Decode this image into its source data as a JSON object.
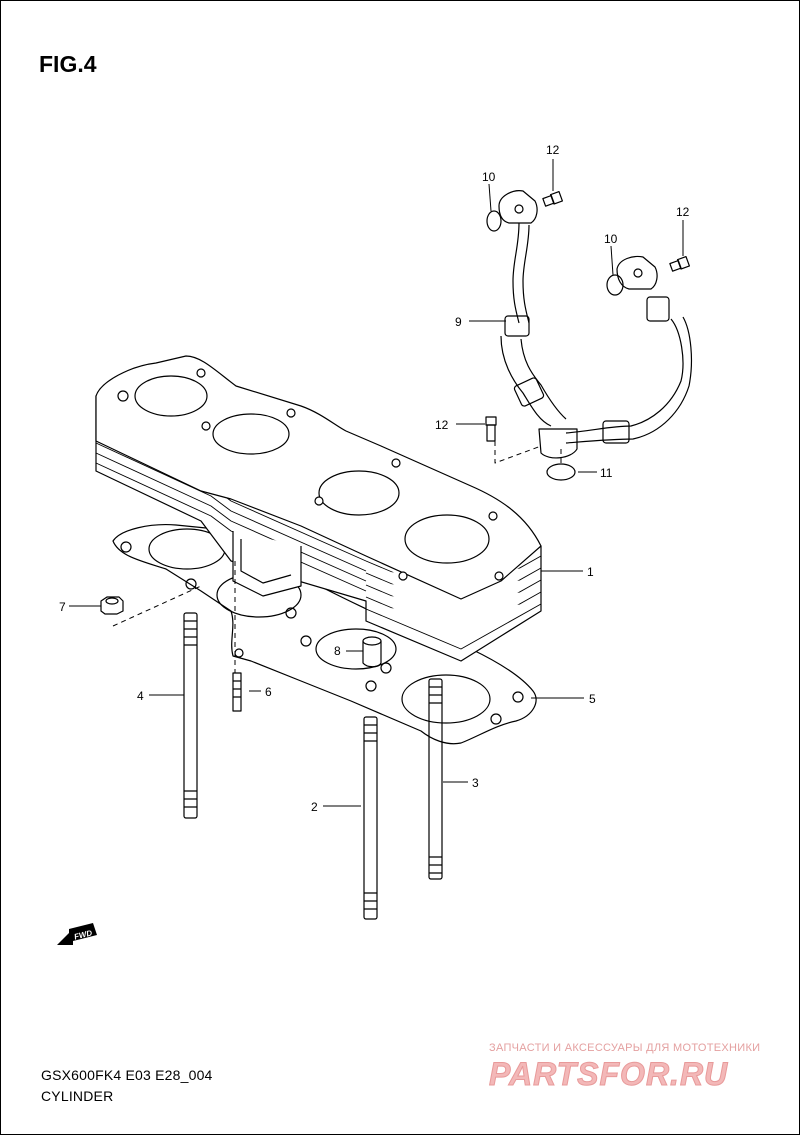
{
  "figure": {
    "title": "FIG.4"
  },
  "callouts": {
    "c1": "1",
    "c2": "2",
    "c3": "3",
    "c4": "4",
    "c5": "5",
    "c6": "6",
    "c7": "7",
    "c8": "8",
    "c9": "9",
    "c10a": "10",
    "c10b": "10",
    "c11": "11",
    "c12a": "12",
    "c12b": "12",
    "c12c": "12"
  },
  "fwd": {
    "label": "FWD",
    "icon": "fwd-arrow-icon"
  },
  "caption": {
    "model": "GSX600FK4 E03 E28_004",
    "section": "CYLINDER"
  },
  "watermark": {
    "tagline": "ЗАПЧАСТИ И АКСЕССУАРЫ ДЛЯ МОТОТЕХНИКИ",
    "logo": "PARTSFOR.RU",
    "color": "#f0a8a8"
  }
}
